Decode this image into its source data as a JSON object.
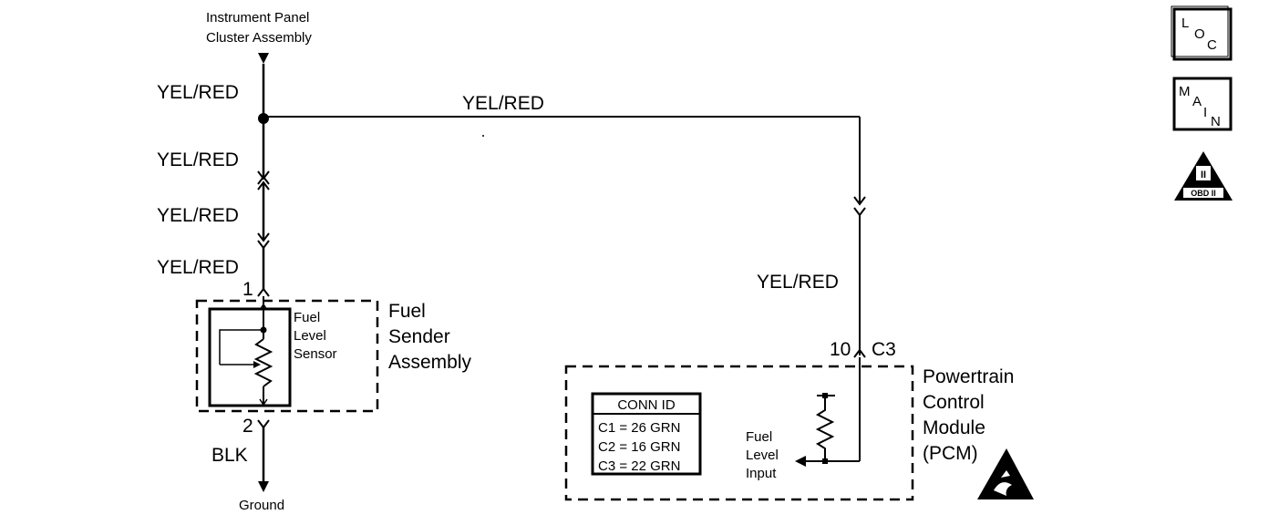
{
  "labels": {
    "ipc_top_1": "Instrument Panel",
    "ipc_top_2": "Cluster Assembly",
    "ground": "Ground",
    "wire_yelred": "YEL/RED",
    "wire_blk": "BLK",
    "pin1": "1",
    "pin2": "2",
    "pin10": "10",
    "conn_c3": "C3"
  },
  "fuel_sender": {
    "title_lines": [
      "Fuel",
      "Sender",
      "Assembly"
    ],
    "sensor_lines": [
      "Fuel",
      "Level",
      "Sensor"
    ]
  },
  "pcm": {
    "title_lines": [
      "Powertrain",
      "Control",
      "Module",
      "(PCM)"
    ],
    "input_lines": [
      "Fuel",
      "Level",
      "Input"
    ],
    "conn_id": {
      "header": "CONN ID",
      "rows": [
        "C1 = 26 GRN",
        "C2 = 16 GRN",
        "C3 = 22 GRN"
      ]
    }
  },
  "icons": {
    "loc": [
      "L",
      "O",
      "C"
    ],
    "main": [
      "M",
      "A",
      "I",
      "N"
    ],
    "obd": [
      "II",
      "OBD II"
    ]
  }
}
